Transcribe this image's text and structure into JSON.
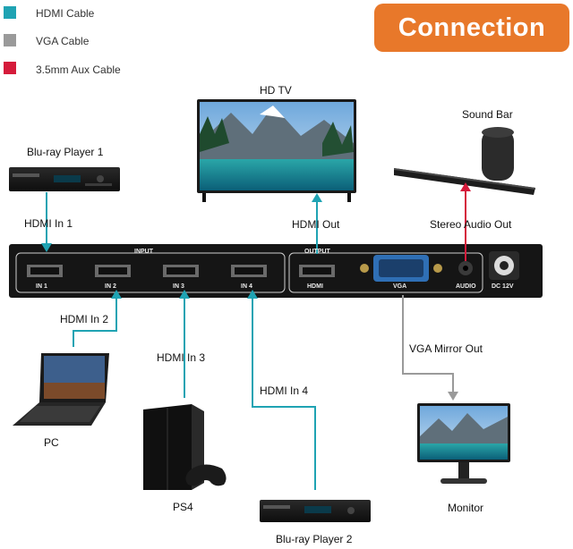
{
  "legend": [
    {
      "label": "HDMI Cable",
      "color": "#1fa3b3"
    },
    {
      "label": "VGA Cable",
      "color": "#9a9a9a"
    },
    {
      "label": "3.5mm Aux Cable",
      "color": "#d51b3b"
    }
  ],
  "banner": {
    "title": "Connection",
    "color": "#e8782a"
  },
  "devices": {
    "hdtv": "HD TV",
    "soundbar": "Sound Bar",
    "bluray1": "Blu-ray Player 1",
    "pc": "PC",
    "ps4": "PS4",
    "bluray2": "Blu-ray Player 2",
    "monitor": "Monitor"
  },
  "connections": {
    "hdmi_in_1": "HDMI In 1",
    "hdmi_in_2": "HDMI In 2",
    "hdmi_in_3": "HDMI In 3",
    "hdmi_in_4": "HDMI In 4",
    "hdmi_out": "HDMI Out",
    "stereo_audio_out": "Stereo Audio Out",
    "vga_mirror_out": "VGA Mirror Out"
  },
  "panel": {
    "input": "INPUT",
    "output": "OUTPUT",
    "in1": "IN 1",
    "in2": "IN 2",
    "in3": "IN 3",
    "in4": "IN 4",
    "hdmi": "HDMI",
    "vga": "VGA",
    "audio": "AUDIO",
    "dc": "DC 12V"
  }
}
